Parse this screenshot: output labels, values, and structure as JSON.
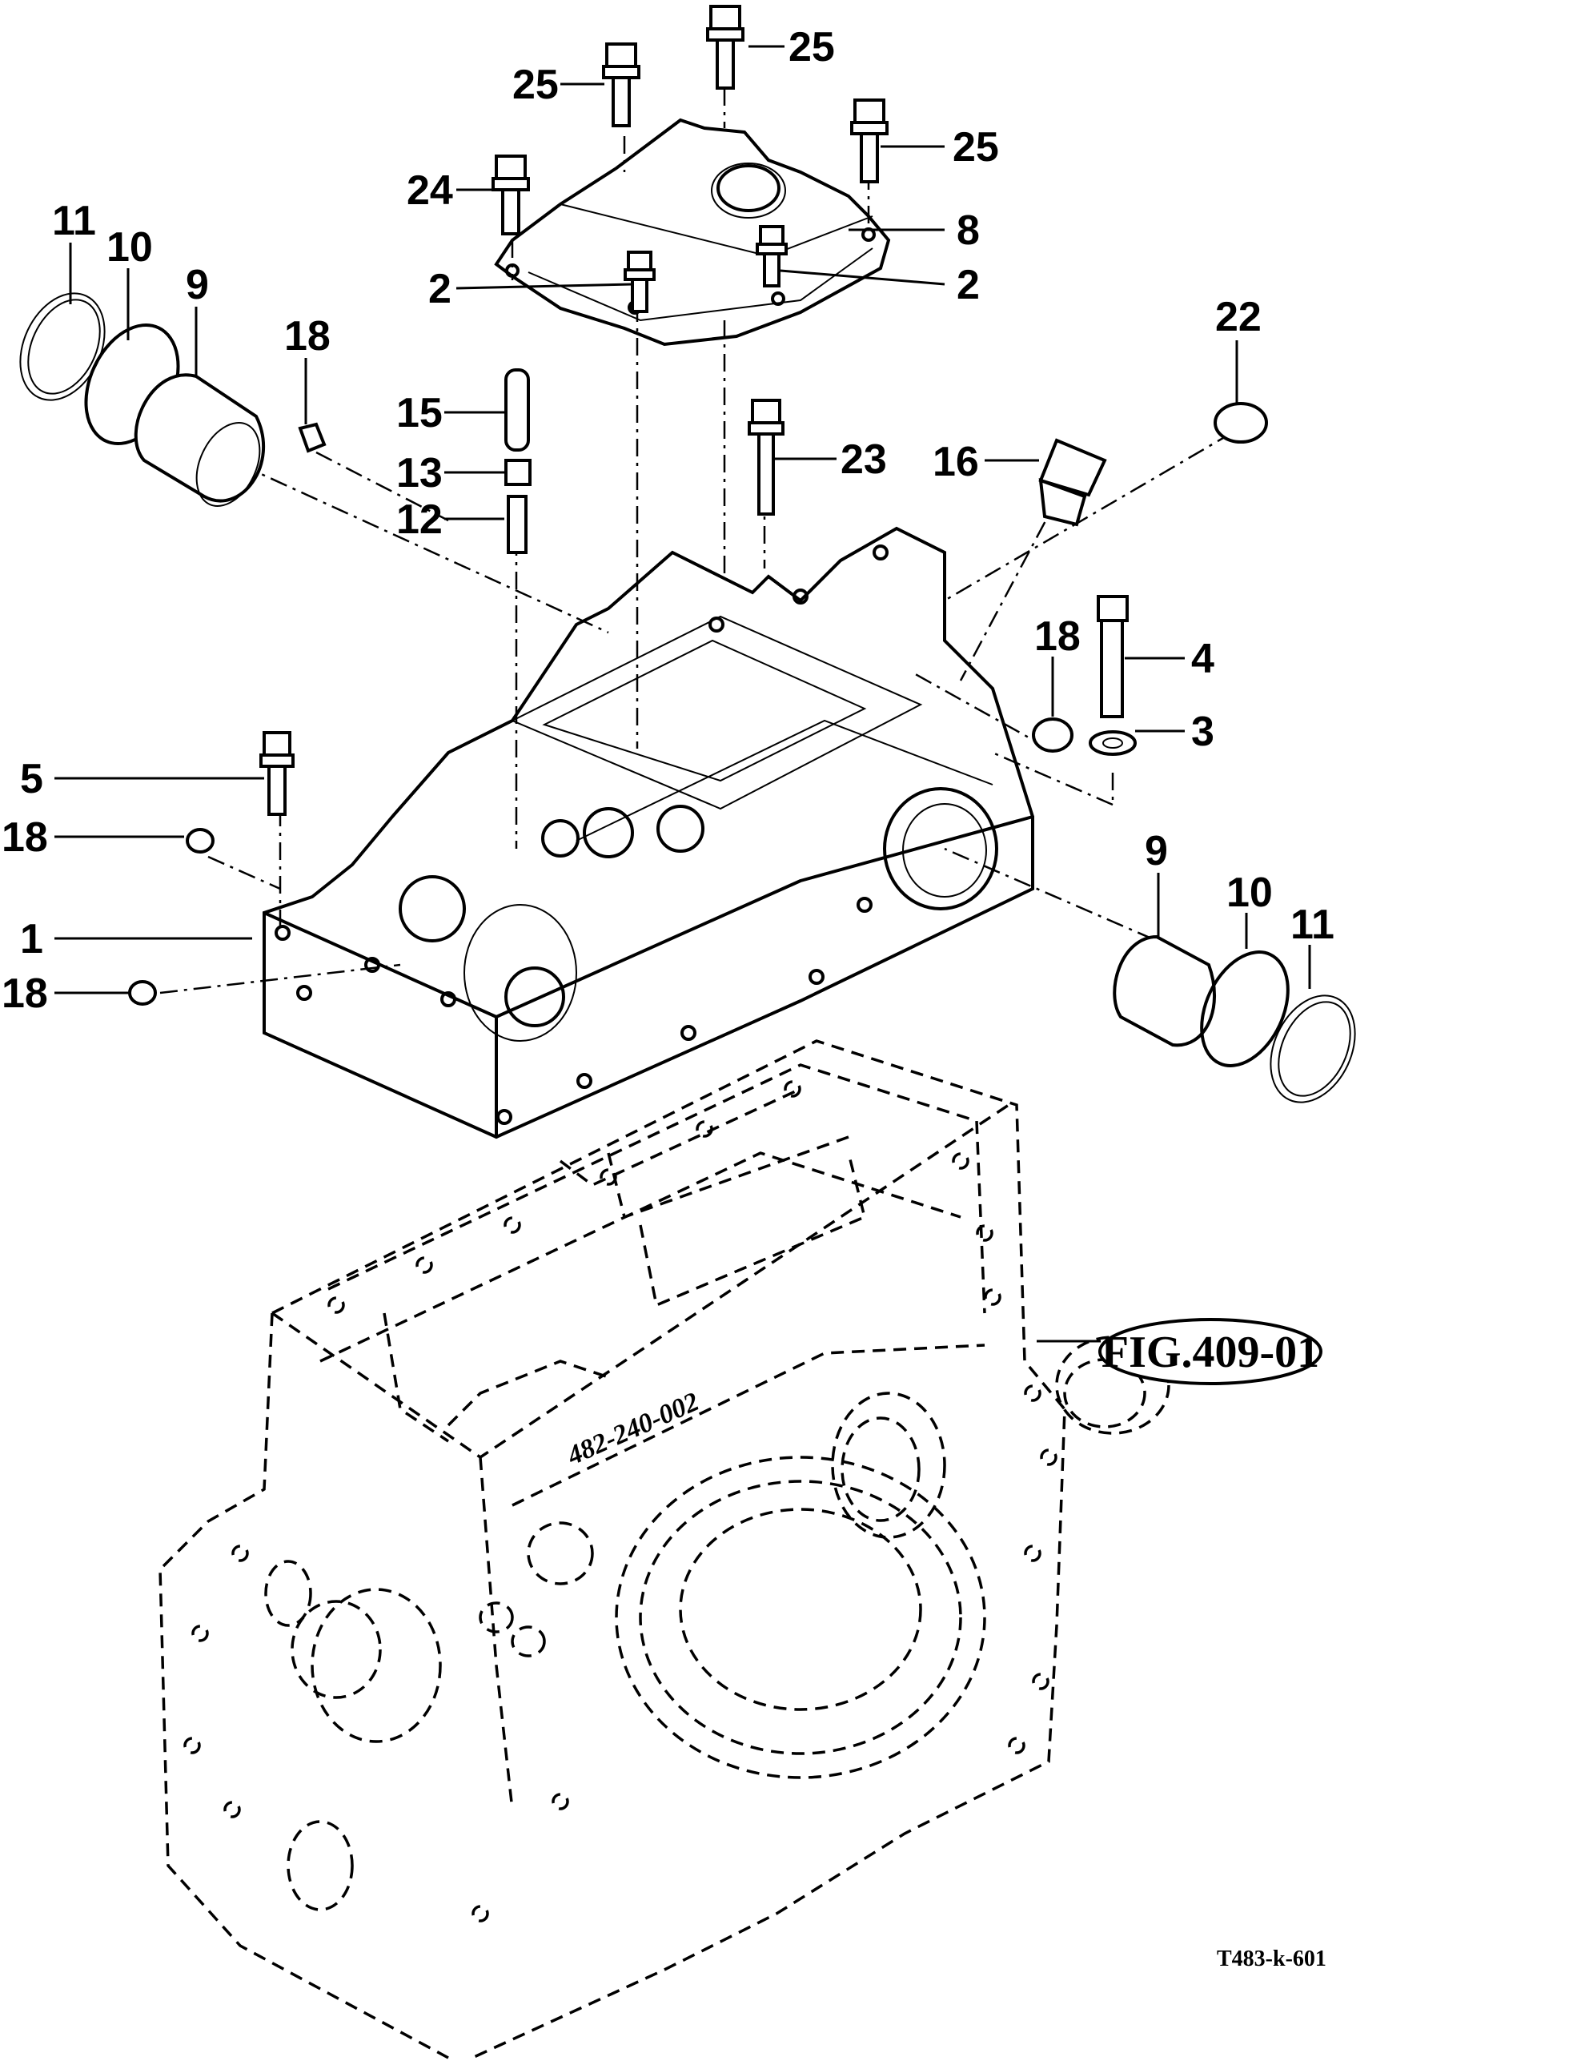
{
  "diagram": {
    "type": "exploded parts diagram",
    "subject": "transmission top cover / housing assembly",
    "drawing_number": "T483-k-601",
    "figure_reference": "FIG.409-01",
    "casting_mark": "482-240-002",
    "callouts": [
      {
        "id": "c25a",
        "label": "25",
        "part": "bolt (cover, top center)"
      },
      {
        "id": "c25b",
        "label": "25",
        "part": "bolt (cover, top left)"
      },
      {
        "id": "c25c",
        "label": "25",
        "part": "bolt (cover, top right)"
      },
      {
        "id": "c24",
        "label": "24",
        "part": "bolt (cover, left)"
      },
      {
        "id": "c8",
        "label": "8",
        "part": "top cover"
      },
      {
        "id": "c2a",
        "label": "2",
        "part": "stud bolt (left)"
      },
      {
        "id": "c2b",
        "label": "2",
        "part": "stud bolt (right)"
      },
      {
        "id": "c11a",
        "label": "11",
        "part": "seal ring (left)"
      },
      {
        "id": "c10a",
        "label": "10",
        "part": "o-ring (left)"
      },
      {
        "id": "c9a",
        "label": "9",
        "part": "bushing (left)"
      },
      {
        "id": "c18a",
        "label": "18",
        "part": "plug (upper left)"
      },
      {
        "id": "c22",
        "label": "22",
        "part": "cap plug"
      },
      {
        "id": "c15",
        "label": "15",
        "part": "pin tube"
      },
      {
        "id": "c13",
        "label": "13",
        "part": "clamp"
      },
      {
        "id": "c12",
        "label": "12",
        "part": "hose fitting"
      },
      {
        "id": "c23",
        "label": "23",
        "part": "long bolt"
      },
      {
        "id": "c16",
        "label": "16",
        "part": "sensor / switch"
      },
      {
        "id": "c18b",
        "label": "18",
        "part": "plug (right)"
      },
      {
        "id": "c4",
        "label": "4",
        "part": "bolt"
      },
      {
        "id": "c3",
        "label": "3",
        "part": "washer"
      },
      {
        "id": "c5",
        "label": "5",
        "part": "bolt (housing left)"
      },
      {
        "id": "c18c",
        "label": "18",
        "part": "plug (left upper)"
      },
      {
        "id": "c1",
        "label": "1",
        "part": "housing"
      },
      {
        "id": "c18d",
        "label": "18",
        "part": "plug (left lower)"
      },
      {
        "id": "c9b",
        "label": "9",
        "part": "bushing (right)"
      },
      {
        "id": "c10b",
        "label": "10",
        "part": "o-ring (right)"
      },
      {
        "id": "c11b",
        "label": "11",
        "part": "seal ring (right)"
      }
    ]
  }
}
